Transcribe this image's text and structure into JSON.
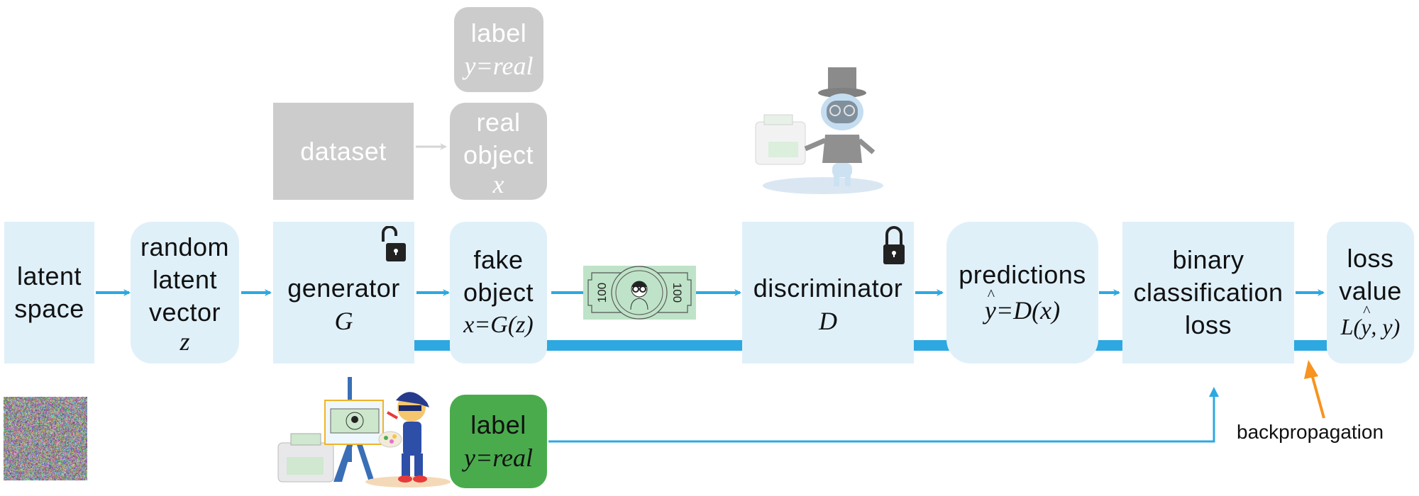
{
  "title": "GAN training diagram: training the generator",
  "colors": {
    "box_fill": "#dff0f9",
    "arrow_blue": "#2ea8e0",
    "backprop_orange": "#f7931e",
    "gray_box": "#cccccc",
    "green_label": "#4aab4d",
    "lock_fill": "#222222",
    "banknote_fill": "#bfe3c8"
  },
  "top_row": {
    "label_real": {
      "line1": "label",
      "math": "y=real"
    },
    "dataset": {
      "label": "dataset"
    },
    "real_object": {
      "line1": "real",
      "line2": "object",
      "math": "x"
    }
  },
  "pipeline": [
    {
      "id": "latent-space",
      "lines": [
        "latent",
        "space"
      ],
      "math": ""
    },
    {
      "id": "random-latent-vector",
      "lines": [
        "random",
        "latent",
        "vector"
      ],
      "math": "z"
    },
    {
      "id": "generator",
      "lines": [
        "generator"
      ],
      "math": "G",
      "lock": "unlocked"
    },
    {
      "id": "fake-object",
      "lines": [
        "fake",
        "object"
      ],
      "math": "x=G(z)"
    },
    {
      "id": "discriminator",
      "lines": [
        "discriminator"
      ],
      "math": "D",
      "lock": "locked"
    },
    {
      "id": "predictions",
      "lines": [
        "predictions"
      ],
      "math_hat": "y",
      "math_rest": "=D(x)"
    },
    {
      "id": "binary-classification-loss",
      "lines": [
        "binary",
        "classification",
        "loss"
      ],
      "math": ""
    },
    {
      "id": "loss-value",
      "lines": [
        "loss",
        "value"
      ],
      "math_pre": "L(",
      "math_hat": "y",
      "math_rest": ", y)"
    }
  ],
  "banknote": {
    "value": "100"
  },
  "bottom": {
    "label_real": {
      "line1": "label",
      "math": "y=real"
    },
    "backprop_label": "backpropagation"
  },
  "icons": {
    "generator_lock": "lock-open-icon",
    "discriminator_lock": "lock-closed-icon",
    "noise": "noise-image",
    "forger": "forger-illustration",
    "robot": "robot-banker-illustration"
  }
}
